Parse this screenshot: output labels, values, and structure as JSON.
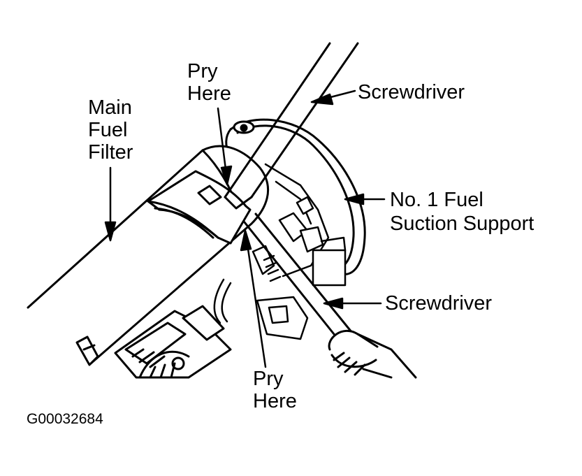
{
  "labels": {
    "pry_top_1": "Pry",
    "pry_top_2": "Here",
    "screwdriver_top": "Screwdriver",
    "filter_1": "Main",
    "filter_2": "Fuel",
    "filter_3": "Filter",
    "support_1": "No. 1 Fuel",
    "support_2": "Suction Support",
    "screwdriver_bottom": "Screwdriver",
    "pry_bottom_1": "Pry",
    "pry_bottom_2": "Here"
  },
  "figure_code": "G00032684"
}
